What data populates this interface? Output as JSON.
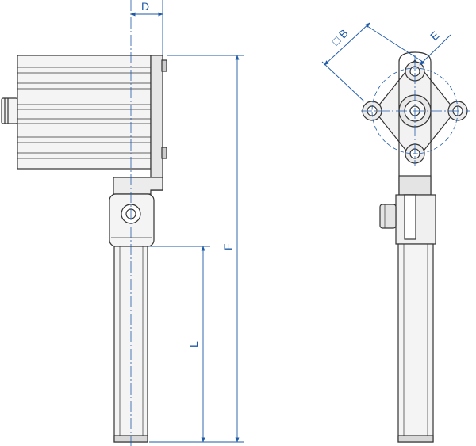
{
  "colors": {
    "outline": "#333333",
    "metal_fill": "#f4f4f4",
    "metal_shade": "#d8d8d8",
    "dimension": "#1f5aa6"
  },
  "dimensions": {
    "d_label": "D",
    "f_label": "F",
    "l_label": "L",
    "b_label": "□ B",
    "e_label": "E"
  }
}
